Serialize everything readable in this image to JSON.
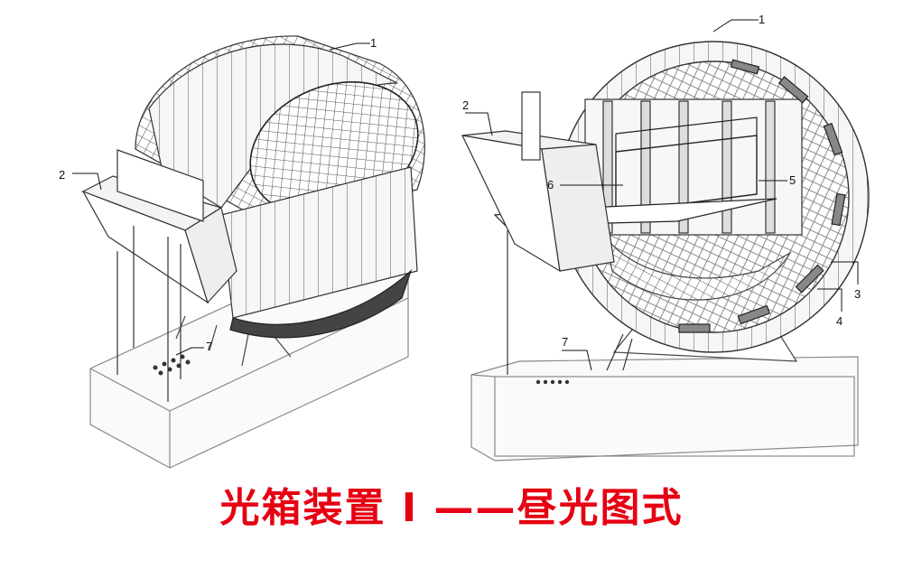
{
  "caption": "光箱装置 I ——昼光图式",
  "colors": {
    "caption": "#e60012",
    "line": "#333333",
    "light_fill": "#f4f4f4"
  },
  "left_figure": {
    "labels": [
      "1",
      "2",
      "7"
    ]
  },
  "right_figure": {
    "labels": [
      "1",
      "2",
      "3",
      "4",
      "5",
      "6",
      "7"
    ]
  }
}
